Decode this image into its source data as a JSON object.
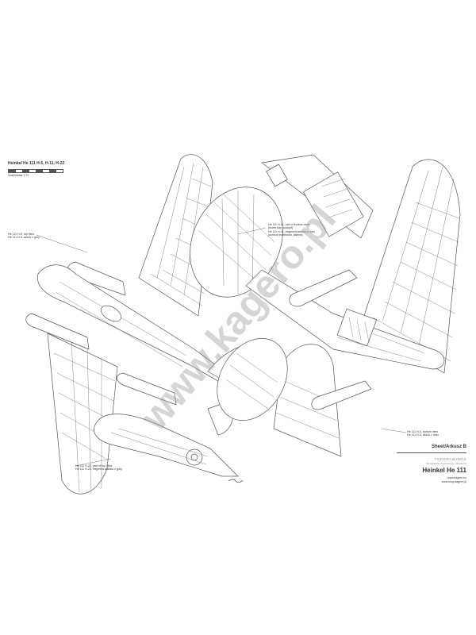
{
  "drawing": {
    "title": "Heinkel He 111 H-5, H-11, H-22",
    "scale_label": "Scale/skala 1:72",
    "caption_top_left": {
      "line1": "He 111 H-5, top view",
      "line2": "He 111 H-5, widok z góry"
    },
    "caption_center": {
      "line1": "He 111 H-11, part of bottom view",
      "line2": "(bomb bay, cockpit)",
      "line3": "He 111 H-11, fragment widoku z dołu",
      "line4": "(komora bombowa, kabina)"
    },
    "caption_bottom_right": {
      "line1": "He 111 H-5, bottom view",
      "line2": "He 111 H-5, widok z dołu"
    },
    "caption_bottom_left": {
      "line1": "He 111 H-22, part of top view",
      "line2": "He 111 H-22, fragment widoku z góry"
    }
  },
  "sheet": {
    "label": "Sheet/Arkusz B",
    "brand": "TOPDRAWINGS",
    "brand_sub": "Monographs • Topdrawings • Miniatures",
    "web1": "www.kagero.eu",
    "web2": "www.shop.kagero.pl",
    "model": "Heinkel He 111"
  },
  "watermark": "www.kagero.pl",
  "colors": {
    "line": "#555555",
    "fill": "#ffffff",
    "watermark": "#9b9b9b"
  },
  "icons": {
    "signature": "artist-signature"
  }
}
